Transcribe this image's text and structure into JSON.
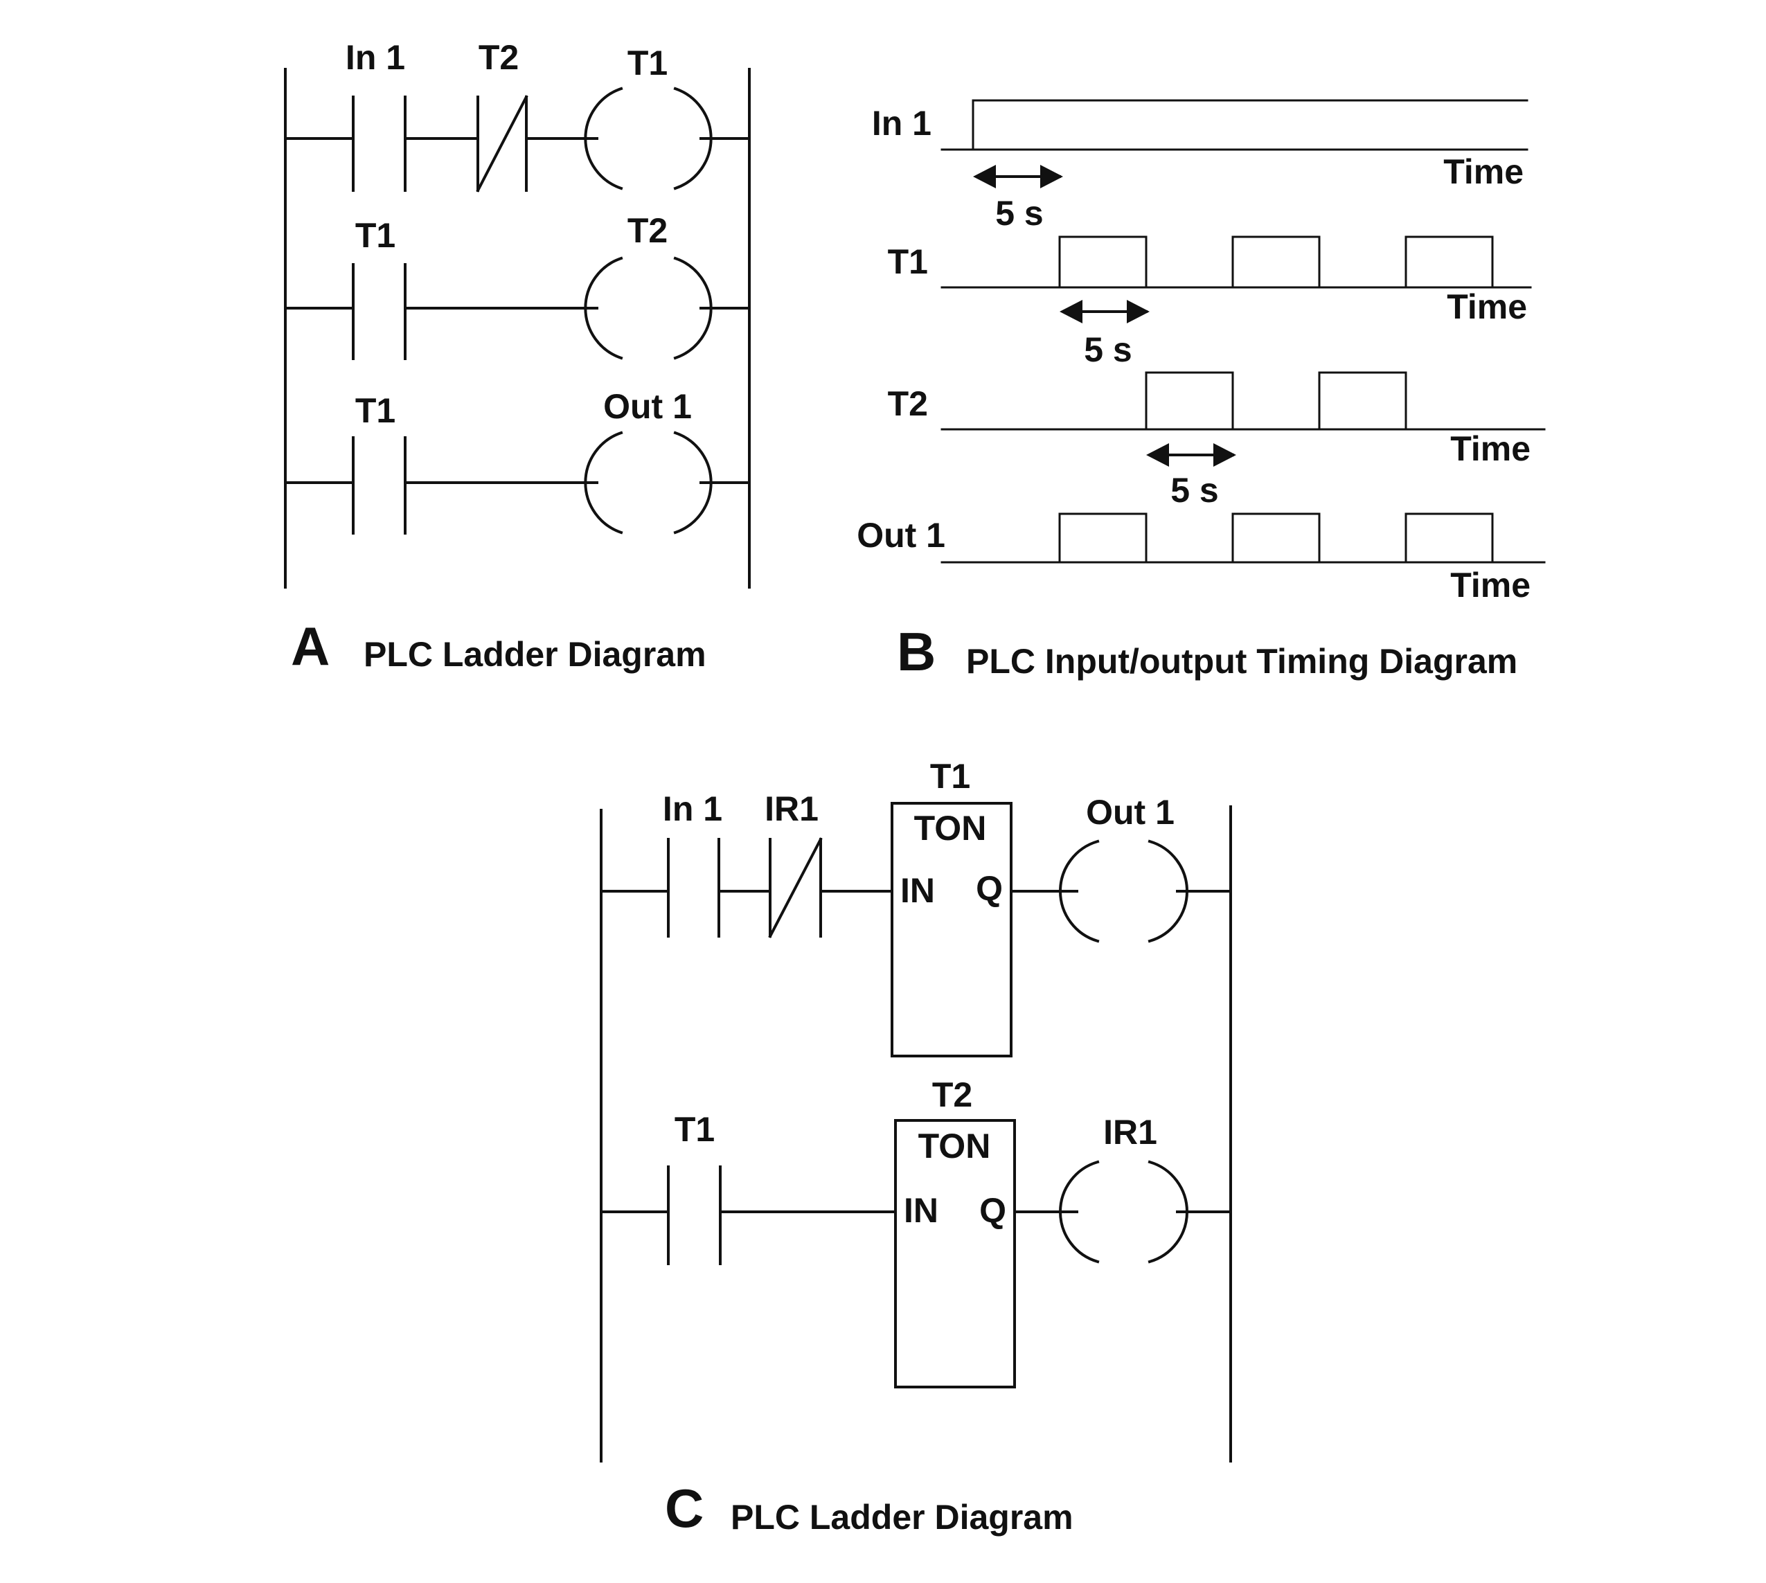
{
  "panel_a": {
    "letter": "A",
    "caption": "PLC Ladder Diagram",
    "rung1": {
      "contact_no": "In 1",
      "contact_nc": "T2",
      "coil": "T1"
    },
    "rung2": {
      "contact_no": "T1",
      "coil": "T2"
    },
    "rung3": {
      "contact_no": "T1",
      "coil": "Out 1"
    }
  },
  "panel_b": {
    "letter": "B",
    "caption": "PLC Input/output Timing Diagram",
    "time_label": "Time",
    "delay_label": "5 s",
    "signals": [
      {
        "name": "In 1"
      },
      {
        "name": "T1"
      },
      {
        "name": "T2"
      },
      {
        "name": "Out 1"
      }
    ]
  },
  "panel_c": {
    "letter": "C",
    "caption": "PLC Ladder Diagram",
    "rung1": {
      "contact_no": "In 1",
      "contact_nc": "IR1",
      "timer_name": "T1",
      "timer_type": "TON",
      "timer_in": "IN",
      "timer_q": "Q",
      "coil": "Out 1"
    },
    "rung2": {
      "contact_no": "T1",
      "timer_name": "T2",
      "timer_type": "TON",
      "timer_in": "IN",
      "timer_q": "Q",
      "coil": "IR1"
    }
  },
  "colors": {
    "ink": "#111111",
    "background": "#ffffff"
  }
}
